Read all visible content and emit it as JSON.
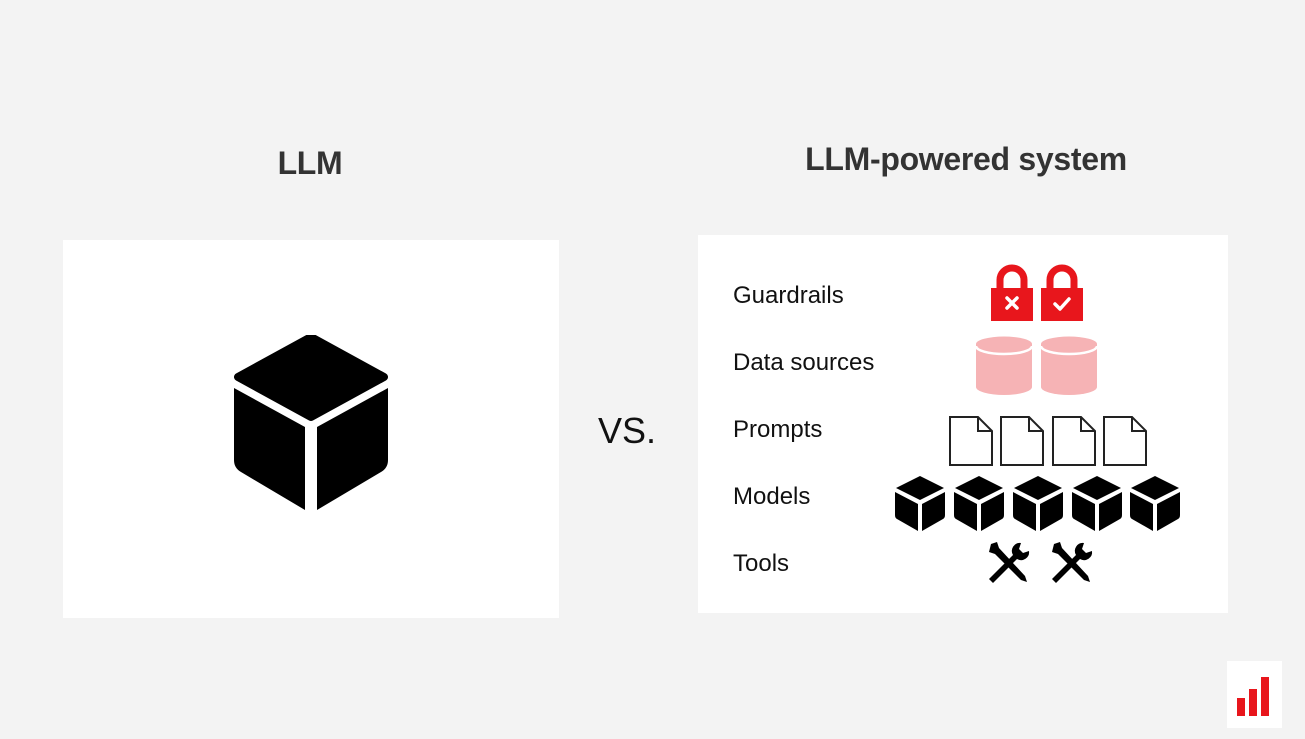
{
  "left": {
    "title": "LLM"
  },
  "right": {
    "title": "LLM-powered system",
    "rows": [
      {
        "label": "Guardrails",
        "icon": "lock-icon"
      },
      {
        "label": "Data sources",
        "icon": "database-icon"
      },
      {
        "label": "Prompts",
        "icon": "document-icon"
      },
      {
        "label": "Models",
        "icon": "cube-icon"
      },
      {
        "label": "Tools",
        "icon": "wrench-screwdriver-icon"
      }
    ]
  },
  "vs_label": "VS.",
  "icon_counts": {
    "guardrails": 2,
    "data_sources": 2,
    "prompts": 4,
    "models": 5,
    "tools": 2
  },
  "colors": {
    "accent_red": "#e8161c",
    "pale_red": "#f6b3b5",
    "background": "#f3f3f3",
    "panel": "#ffffff"
  },
  "logo": {
    "icon": "bar-chart-logo"
  }
}
